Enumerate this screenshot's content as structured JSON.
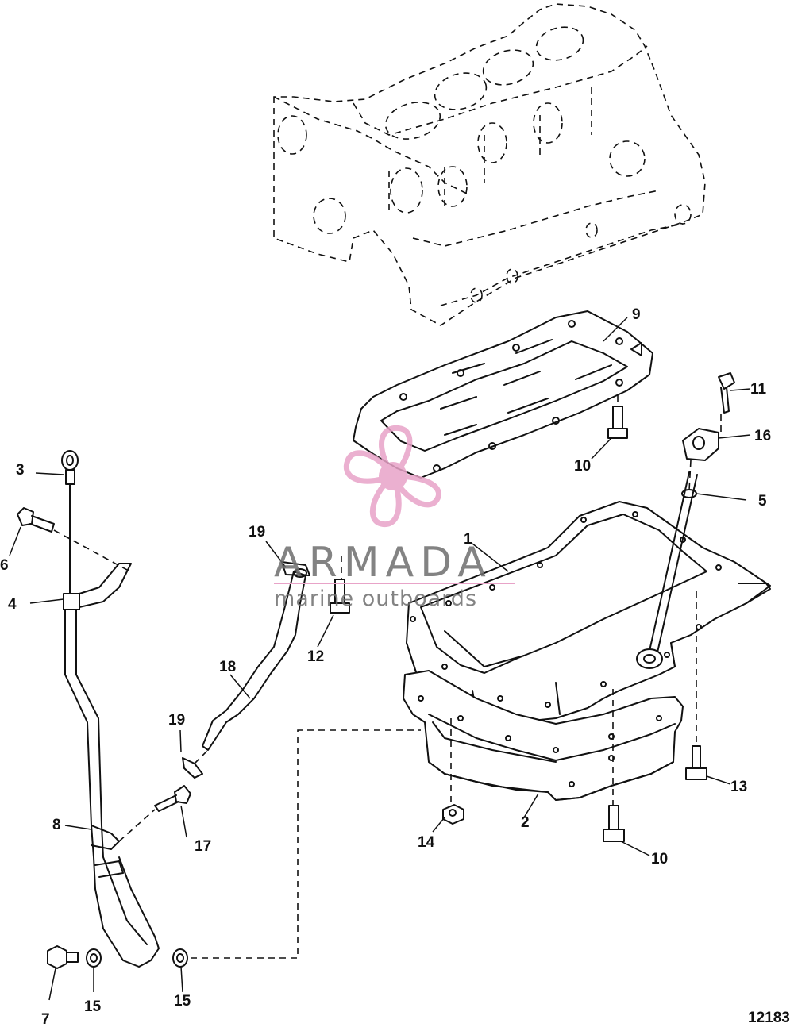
{
  "figure_id": "12183",
  "watermark": {
    "brand": "ARMADA",
    "tagline": "marine outboards",
    "logo_color": "#e8a3c8",
    "text_color": "#6e6e6e"
  },
  "callouts": [
    {
      "id": "c1",
      "label": "1"
    },
    {
      "id": "c2",
      "label": "2"
    },
    {
      "id": "c3",
      "label": "3"
    },
    {
      "id": "c4",
      "label": "4"
    },
    {
      "id": "c5",
      "label": "5"
    },
    {
      "id": "c6",
      "label": "6"
    },
    {
      "id": "c7",
      "label": "7"
    },
    {
      "id": "c8",
      "label": "8"
    },
    {
      "id": "c9",
      "label": "9"
    },
    {
      "id": "c10a",
      "label": "10"
    },
    {
      "id": "c10b",
      "label": "10"
    },
    {
      "id": "c11",
      "label": "11"
    },
    {
      "id": "c12",
      "label": "12"
    },
    {
      "id": "c13",
      "label": "13"
    },
    {
      "id": "c14",
      "label": "14"
    },
    {
      "id": "c15a",
      "label": "15"
    },
    {
      "id": "c15b",
      "label": "15"
    },
    {
      "id": "c16",
      "label": "16"
    },
    {
      "id": "c17",
      "label": "17"
    },
    {
      "id": "c18",
      "label": "18"
    },
    {
      "id": "c19a",
      "label": "19"
    },
    {
      "id": "c19b",
      "label": "19"
    }
  ]
}
